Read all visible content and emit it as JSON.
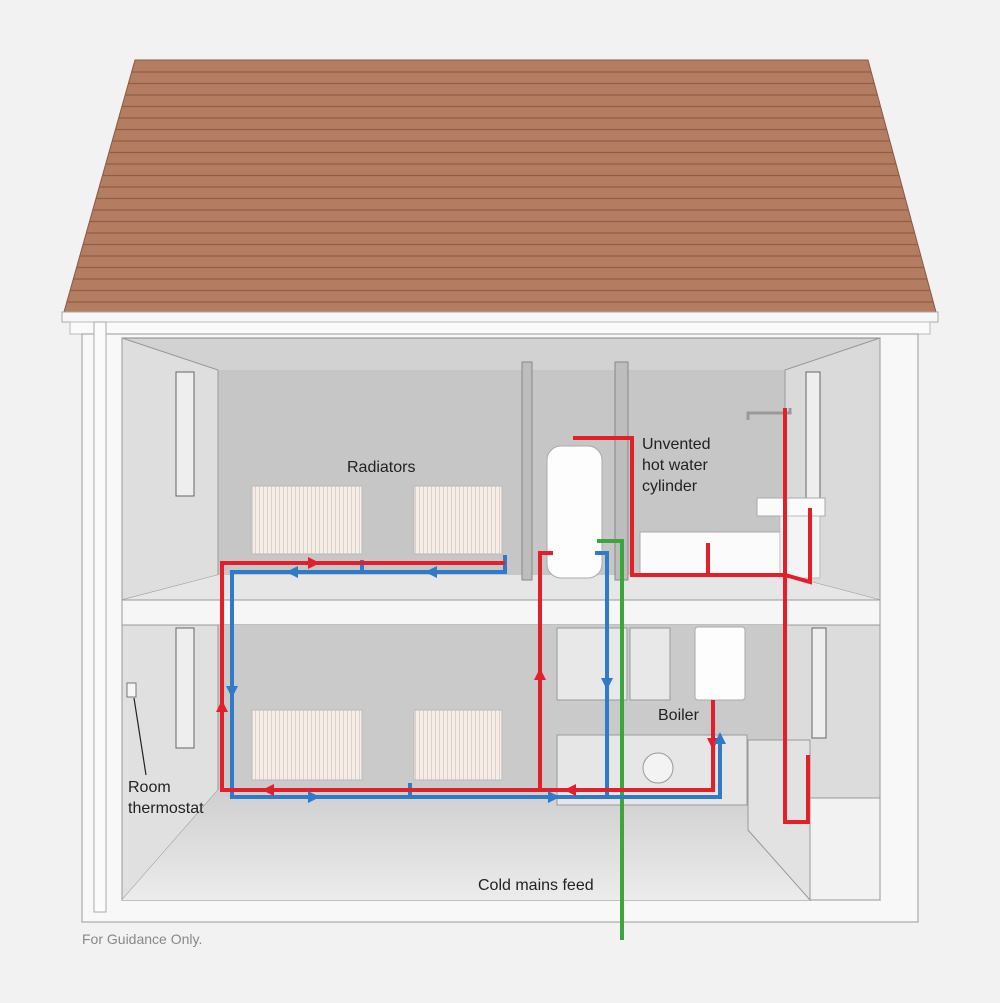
{
  "labels": {
    "radiators": "Radiators",
    "cylinder": [
      "Unvented",
      "hot water",
      "cylinder"
    ],
    "boiler": "Boiler",
    "thermostat": [
      "Room",
      "thermostat"
    ],
    "cold_mains": "Cold mains feed"
  },
  "footnote": "For Guidance Only.",
  "colors": {
    "flow_hot": "#e3202a",
    "return_cold": "#2f7bc8",
    "mains_feed": "#3ca53c",
    "roof": "#b47d62",
    "background": "#f2f2f2"
  },
  "icons": [
    "radiator-icon",
    "cylinder-icon",
    "boiler-icon",
    "thermostat-icon",
    "bath-icon",
    "shower-icon",
    "basin-icon"
  ]
}
